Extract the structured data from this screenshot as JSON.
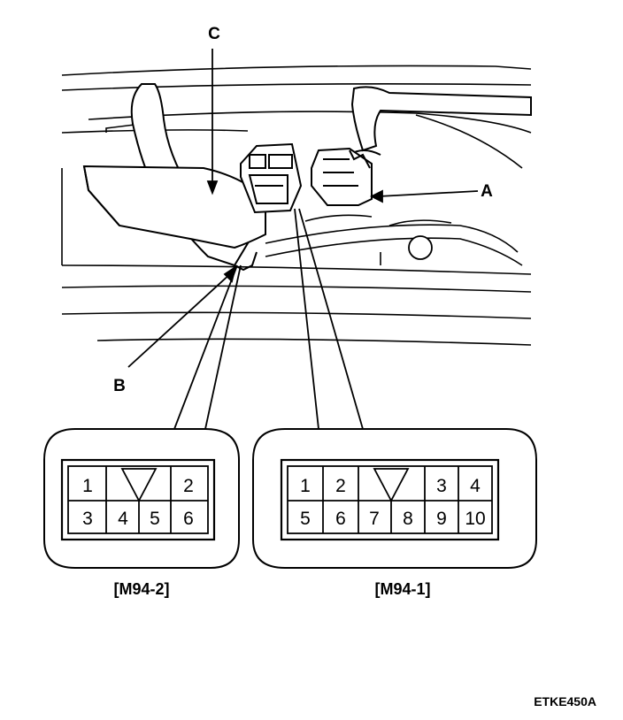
{
  "callouts": {
    "a": "A",
    "b": "B",
    "c": "C"
  },
  "connectors": [
    {
      "caption": "[M94-2]",
      "pins": [
        "1",
        "2",
        "3",
        "4",
        "5",
        "6"
      ]
    },
    {
      "caption": "[M94-1]",
      "pins": [
        "1",
        "2",
        "3",
        "4",
        "5",
        "6",
        "7",
        "8",
        "9",
        "10"
      ]
    }
  ],
  "figure_code": "ETKE450A"
}
